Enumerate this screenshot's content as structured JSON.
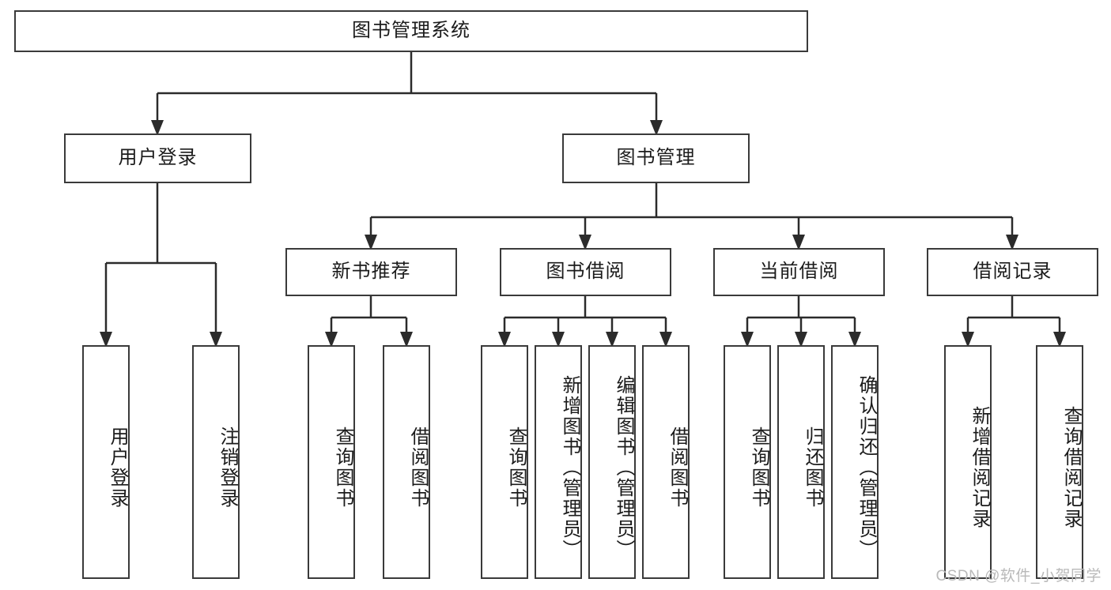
{
  "diagram": {
    "title": "图书管理系统",
    "type": "tree-hierarchy-diagram",
    "root": {
      "label": "图书管理系统"
    },
    "level2": [
      {
        "label": "用户登录"
      },
      {
        "label": "图书管理"
      }
    ],
    "level3": [
      {
        "label": "新书推荐"
      },
      {
        "label": "图书借阅"
      },
      {
        "label": "当前借阅"
      },
      {
        "label": "借阅记录"
      }
    ],
    "leaves": {
      "user_login": [
        {
          "label": "用户登录"
        },
        {
          "label": "注销登录"
        }
      ],
      "new_book_recommend": [
        {
          "label": "查询图书"
        },
        {
          "label": "借阅图书"
        }
      ],
      "book_borrow": [
        {
          "label": "查询图书"
        },
        {
          "label": "新增图书（管理员）"
        },
        {
          "label": "编辑图书（管理员）"
        },
        {
          "label": "借阅图书"
        }
      ],
      "current_borrow": [
        {
          "label": "查询图书"
        },
        {
          "label": "归还图书"
        },
        {
          "label": "确认归还（管理员）"
        }
      ],
      "borrow_record": [
        {
          "label": "新增借阅记录"
        },
        {
          "label": "查询借阅记录"
        }
      ]
    }
  },
  "watermark": {
    "text": "CSDN @软件_小贺同学"
  },
  "colors": {
    "box_border": "#3a3a3a",
    "text": "#1b1b1b",
    "connector": "#2b2b2b",
    "background": "#ffffff",
    "watermark": "#b9b9b9"
  }
}
